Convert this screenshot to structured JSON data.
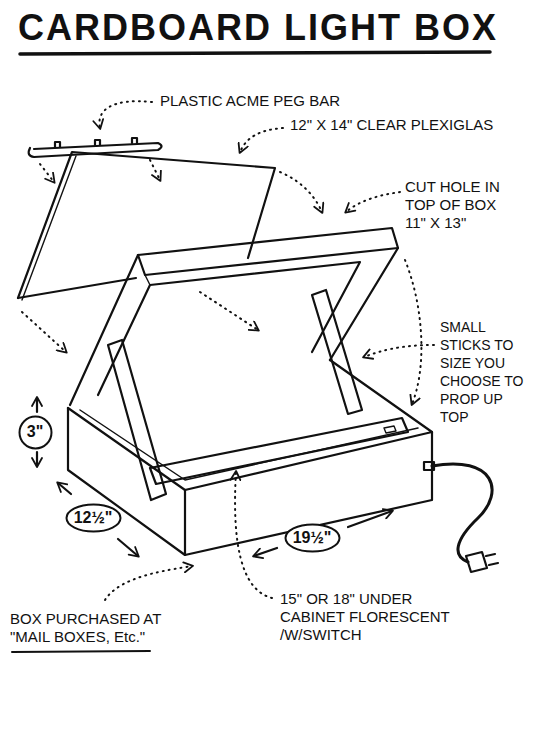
{
  "diagram": {
    "title": "CARDBOARD LIGHT BOX",
    "nodes": [
      {
        "text": [
          "3\""
        ]
      },
      {
        "text": [
          "12½\""
        ]
      },
      {
        "text": [
          "19½\""
        ]
      }
    ],
    "labels": [
      "PLASTIC ACME PEG BAR",
      "12\" X 14\" CLEAR PLEXIGLAS",
      "CUT HOLE IN TOP OF BOX 11\" X 13\"",
      "SMALL STICKS TO SIZE YOU CHOOSE TO PROP UP TOP",
      "BOX PURCHASED AT \"MAIL BOXES, Etc.\"",
      "15\" OR 18\" UNDER CABINET FLORESCENT /W/SWITCH"
    ]
  }
}
